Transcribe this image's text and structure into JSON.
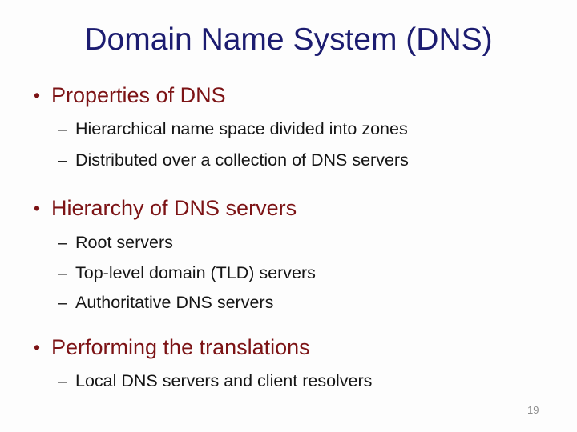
{
  "slide": {
    "title": "Domain Name System (DNS)",
    "page_number": "19",
    "markers": {
      "bullet": "•",
      "dash": "–"
    },
    "colors": {
      "background": "#fdfdfd",
      "title_text": "#1c1c70",
      "heading_text": "#7c1315",
      "body_text": "#151515",
      "page_number_text": "#8b8b8b"
    },
    "sections": [
      {
        "heading": "Properties of DNS",
        "items": [
          "Hierarchical name space divided into zones",
          "Distributed over a collection of DNS servers"
        ]
      },
      {
        "heading": "Hierarchy of DNS servers",
        "items": [
          "Root servers",
          "Top-level domain (TLD) servers",
          "Authoritative DNS servers"
        ]
      },
      {
        "heading": "Performing the translations",
        "items": [
          "Local DNS servers and client resolvers"
        ]
      }
    ]
  }
}
